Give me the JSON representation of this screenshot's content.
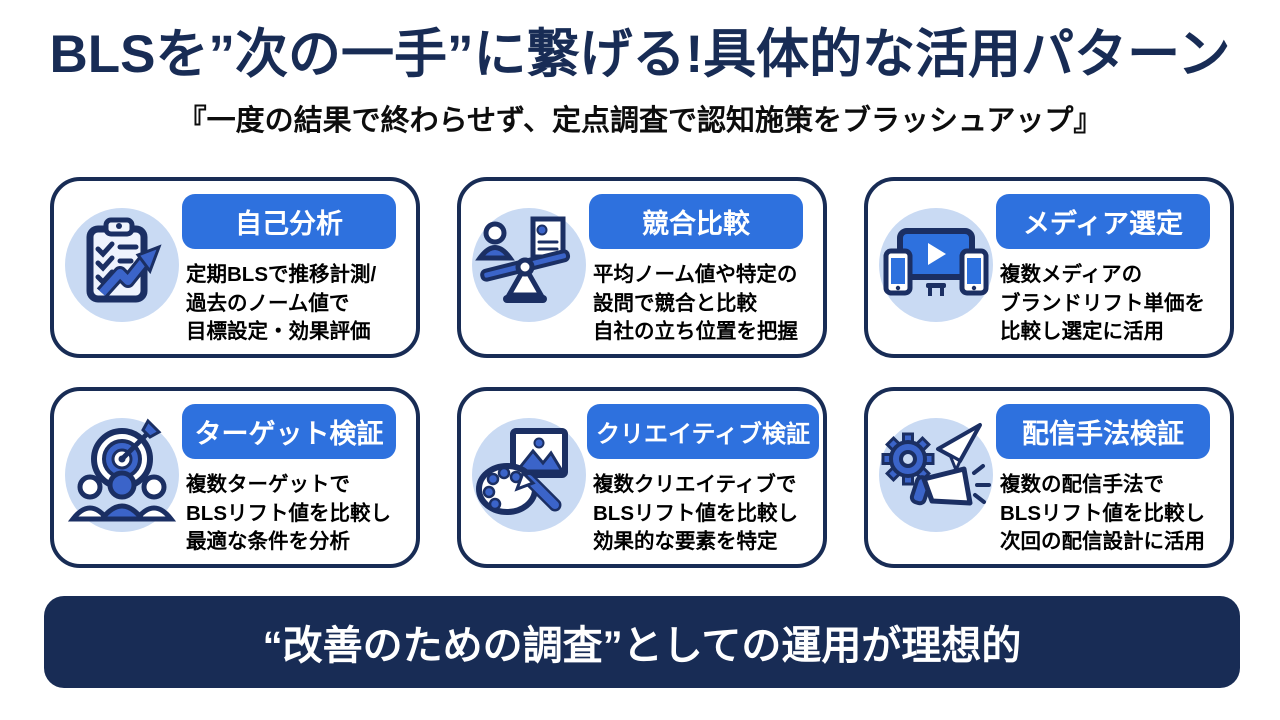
{
  "header": {
    "title": "BLSを”次の一手”に繋げる!具体的な活用パターン",
    "subtitle": "『一度の結果で終わらせず、定点調査で認知施策をブラッシュアップ』"
  },
  "cards": [
    {
      "label": "自己分析",
      "description": "定期BLSで推移計測/\n過去のノーム値で\n目標設定・効果評価",
      "icon": "clipboard-trend-icon"
    },
    {
      "label": "競合比較",
      "description": "平均ノーム値や特定の\n設問で競合と比較\n自社の立ち位置を把握",
      "icon": "balance-scale-icon"
    },
    {
      "label": "メディア選定",
      "description": "複数メディアの\nブランドリフト単価を\n比較し選定に活用",
      "icon": "multi-device-icon"
    },
    {
      "label": "ターゲット検証",
      "description": "複数ターゲットで\nBLSリフト値を比較し\n最適な条件を分析",
      "icon": "target-audience-icon"
    },
    {
      "label": "クリエイティブ検証",
      "description": "複数クリエイティブで\nBLSリフト値を比較し\n効果的な要素を特定",
      "icon": "palette-brush-icon"
    },
    {
      "label": "配信手法検証",
      "description": "複数の配信手法で\nBLSリフト値を比較し\n次回の配信設計に活用",
      "icon": "gear-megaphone-icon"
    }
  ],
  "footer": {
    "banner": "“改善のための調査”としての運用が理想的"
  },
  "colors": {
    "navy": "#182c55",
    "accent_blue": "#2e71de",
    "icon_fill_blue": "#3b64c9",
    "icon_circle": "#c9daf3"
  }
}
